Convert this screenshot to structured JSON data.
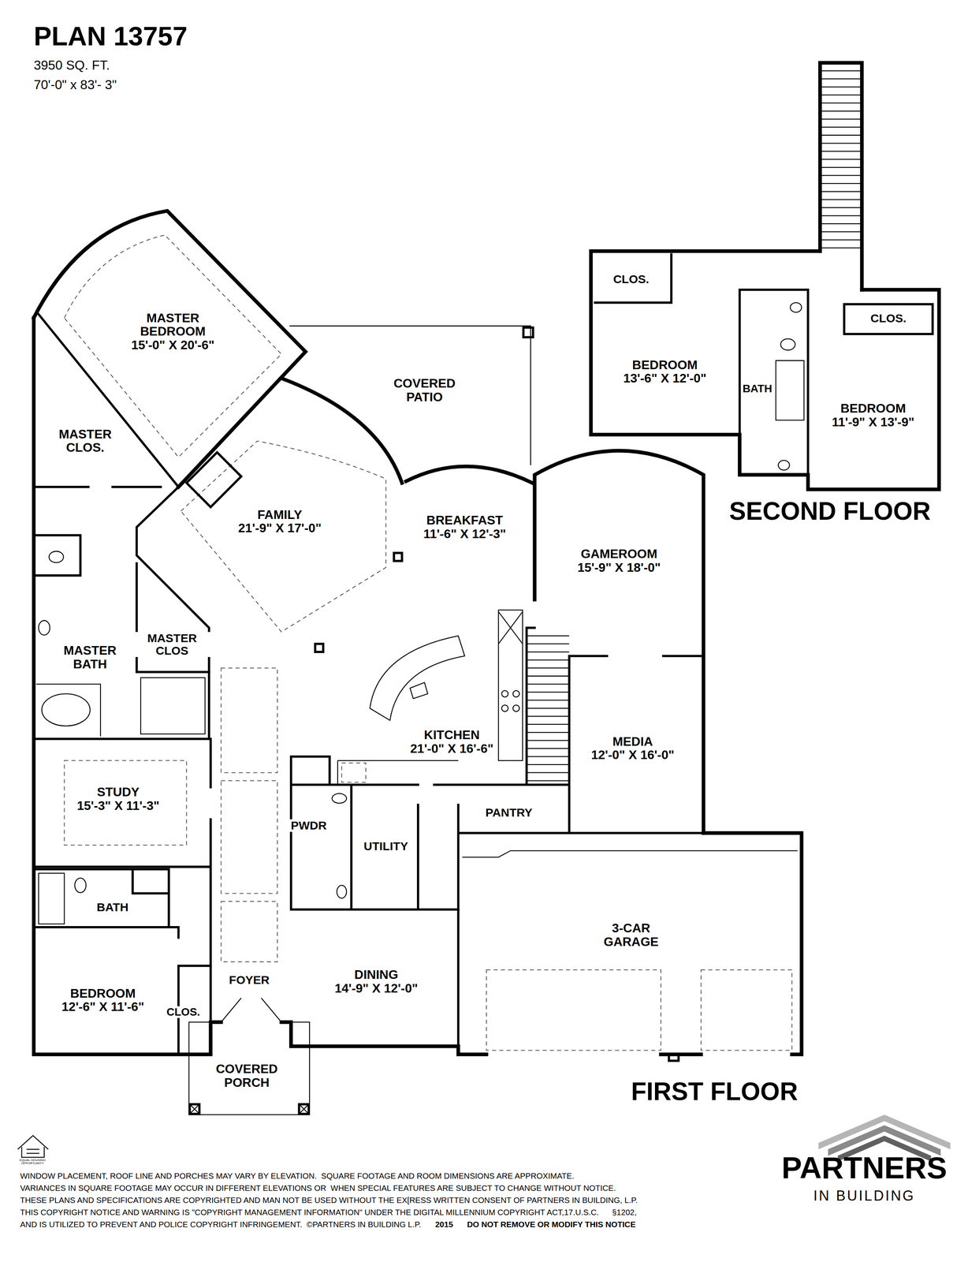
{
  "diagram": {
    "title": "PLAN 13757",
    "nodes": [
      {
        "text": [
          "MASTER BEDROOM",
          "15'-0\" X 20'-6\""
        ]
      },
      {
        "text": [
          "CLOS."
        ]
      },
      {
        "text": [
          "CLOS."
        ]
      },
      {
        "text": [
          "COVERED PATIO"
        ]
      },
      {
        "text": [
          "BEDROOM",
          "13'-6\" X 12'-0\""
        ]
      },
      {
        "text": [
          "BATH"
        ]
      },
      {
        "text": [
          "BEDROOM",
          "11'-9\" X 13'-9\""
        ]
      },
      {
        "text": [
          "MASTER CLOS."
        ]
      },
      {
        "text": [
          "FAMILY",
          "21'-9\" X 17'-0\""
        ]
      },
      {
        "text": [
          "BREAKFAST",
          "11'-6\" X 12'-3\""
        ]
      },
      {
        "text": [
          "GAMEROOM",
          "15'-9\" X 18'-0\""
        ]
      },
      {
        "text": [
          "MASTER BATH"
        ]
      },
      {
        "text": [
          "MASTER CLOS"
        ]
      },
      {
        "text": [
          "KITCHEN",
          "21'-0\" X 16'-6\""
        ]
      },
      {
        "text": [
          "MEDIA",
          "12'-0\" X 16'-0\""
        ]
      },
      {
        "text": [
          "STUDY",
          "15'-3\" X 11'-3\""
        ]
      },
      {
        "text": [
          "PWDR"
        ]
      },
      {
        "text": [
          "PANTRY"
        ]
      },
      {
        "text": [
          "UTILITY"
        ]
      },
      {
        "text": [
          "BATH"
        ]
      },
      {
        "text": [
          "3-CAR GARAGE"
        ]
      },
      {
        "text": [
          "FOYER"
        ]
      },
      {
        "text": [
          "DINING",
          "14'-9\" X 12'-0\""
        ]
      },
      {
        "text": [
          "BEDROOM",
          "12'-6\" X 11'-6\""
        ]
      },
      {
        "text": [
          "CLOS."
        ]
      },
      {
        "text": [
          "COVERED PORCH"
        ]
      }
    ],
    "labels": [
      "3950 SQ. FT.",
      "70'-0\" x 83'- 3\"",
      "SECOND FLOOR",
      "FIRST FLOOR",
      "EQUAL HOUSING OPPORTUNITY",
      "WINDOW PLACEMENT, ROOF LINE AND PORCHES MAY VARY BY ELEVATION.  SQUARE FOOTAGE AND ROOM DIMENSIONS ARE APPROXIMATE.",
      "VARIANCES IN SQUARE FOOTAGE MAY OCCUR IN DIFFERENT ELEVATIONS OR  WHEN SPECIAL FEATURES ARE SUBJECT TO CHANGE WITHOUT NOTICE.",
      "THESE PLANS AND SPECIFICATIONS ARE COPYRIGHTED AND MAN NOT BE USED WITHOUT THE EX[RESS WRITTEN CONSENT OF PARTNERS IN BUILDING, L.P.",
      "THIS COPYRIGHT NOTICE AND WARNING IS \"COPYRIGHT MANAGEMENT INFORMATION\" UNDER THE DIGITAL MILLENNIUM COPYRIGHT ACT,17.U.S.C.      §1202,",
      "AND IS UTILIZED TO PREVENT AND POLICE COPYRIGHT INFRINGEMENT.  ©PARTNERS IN BUILDING L.P.",
      "2015",
      "DO NOT REMOVE OR MODIFY THIS NOTICE",
      "PARTNERS",
      "IN BUILDING"
    ]
  }
}
